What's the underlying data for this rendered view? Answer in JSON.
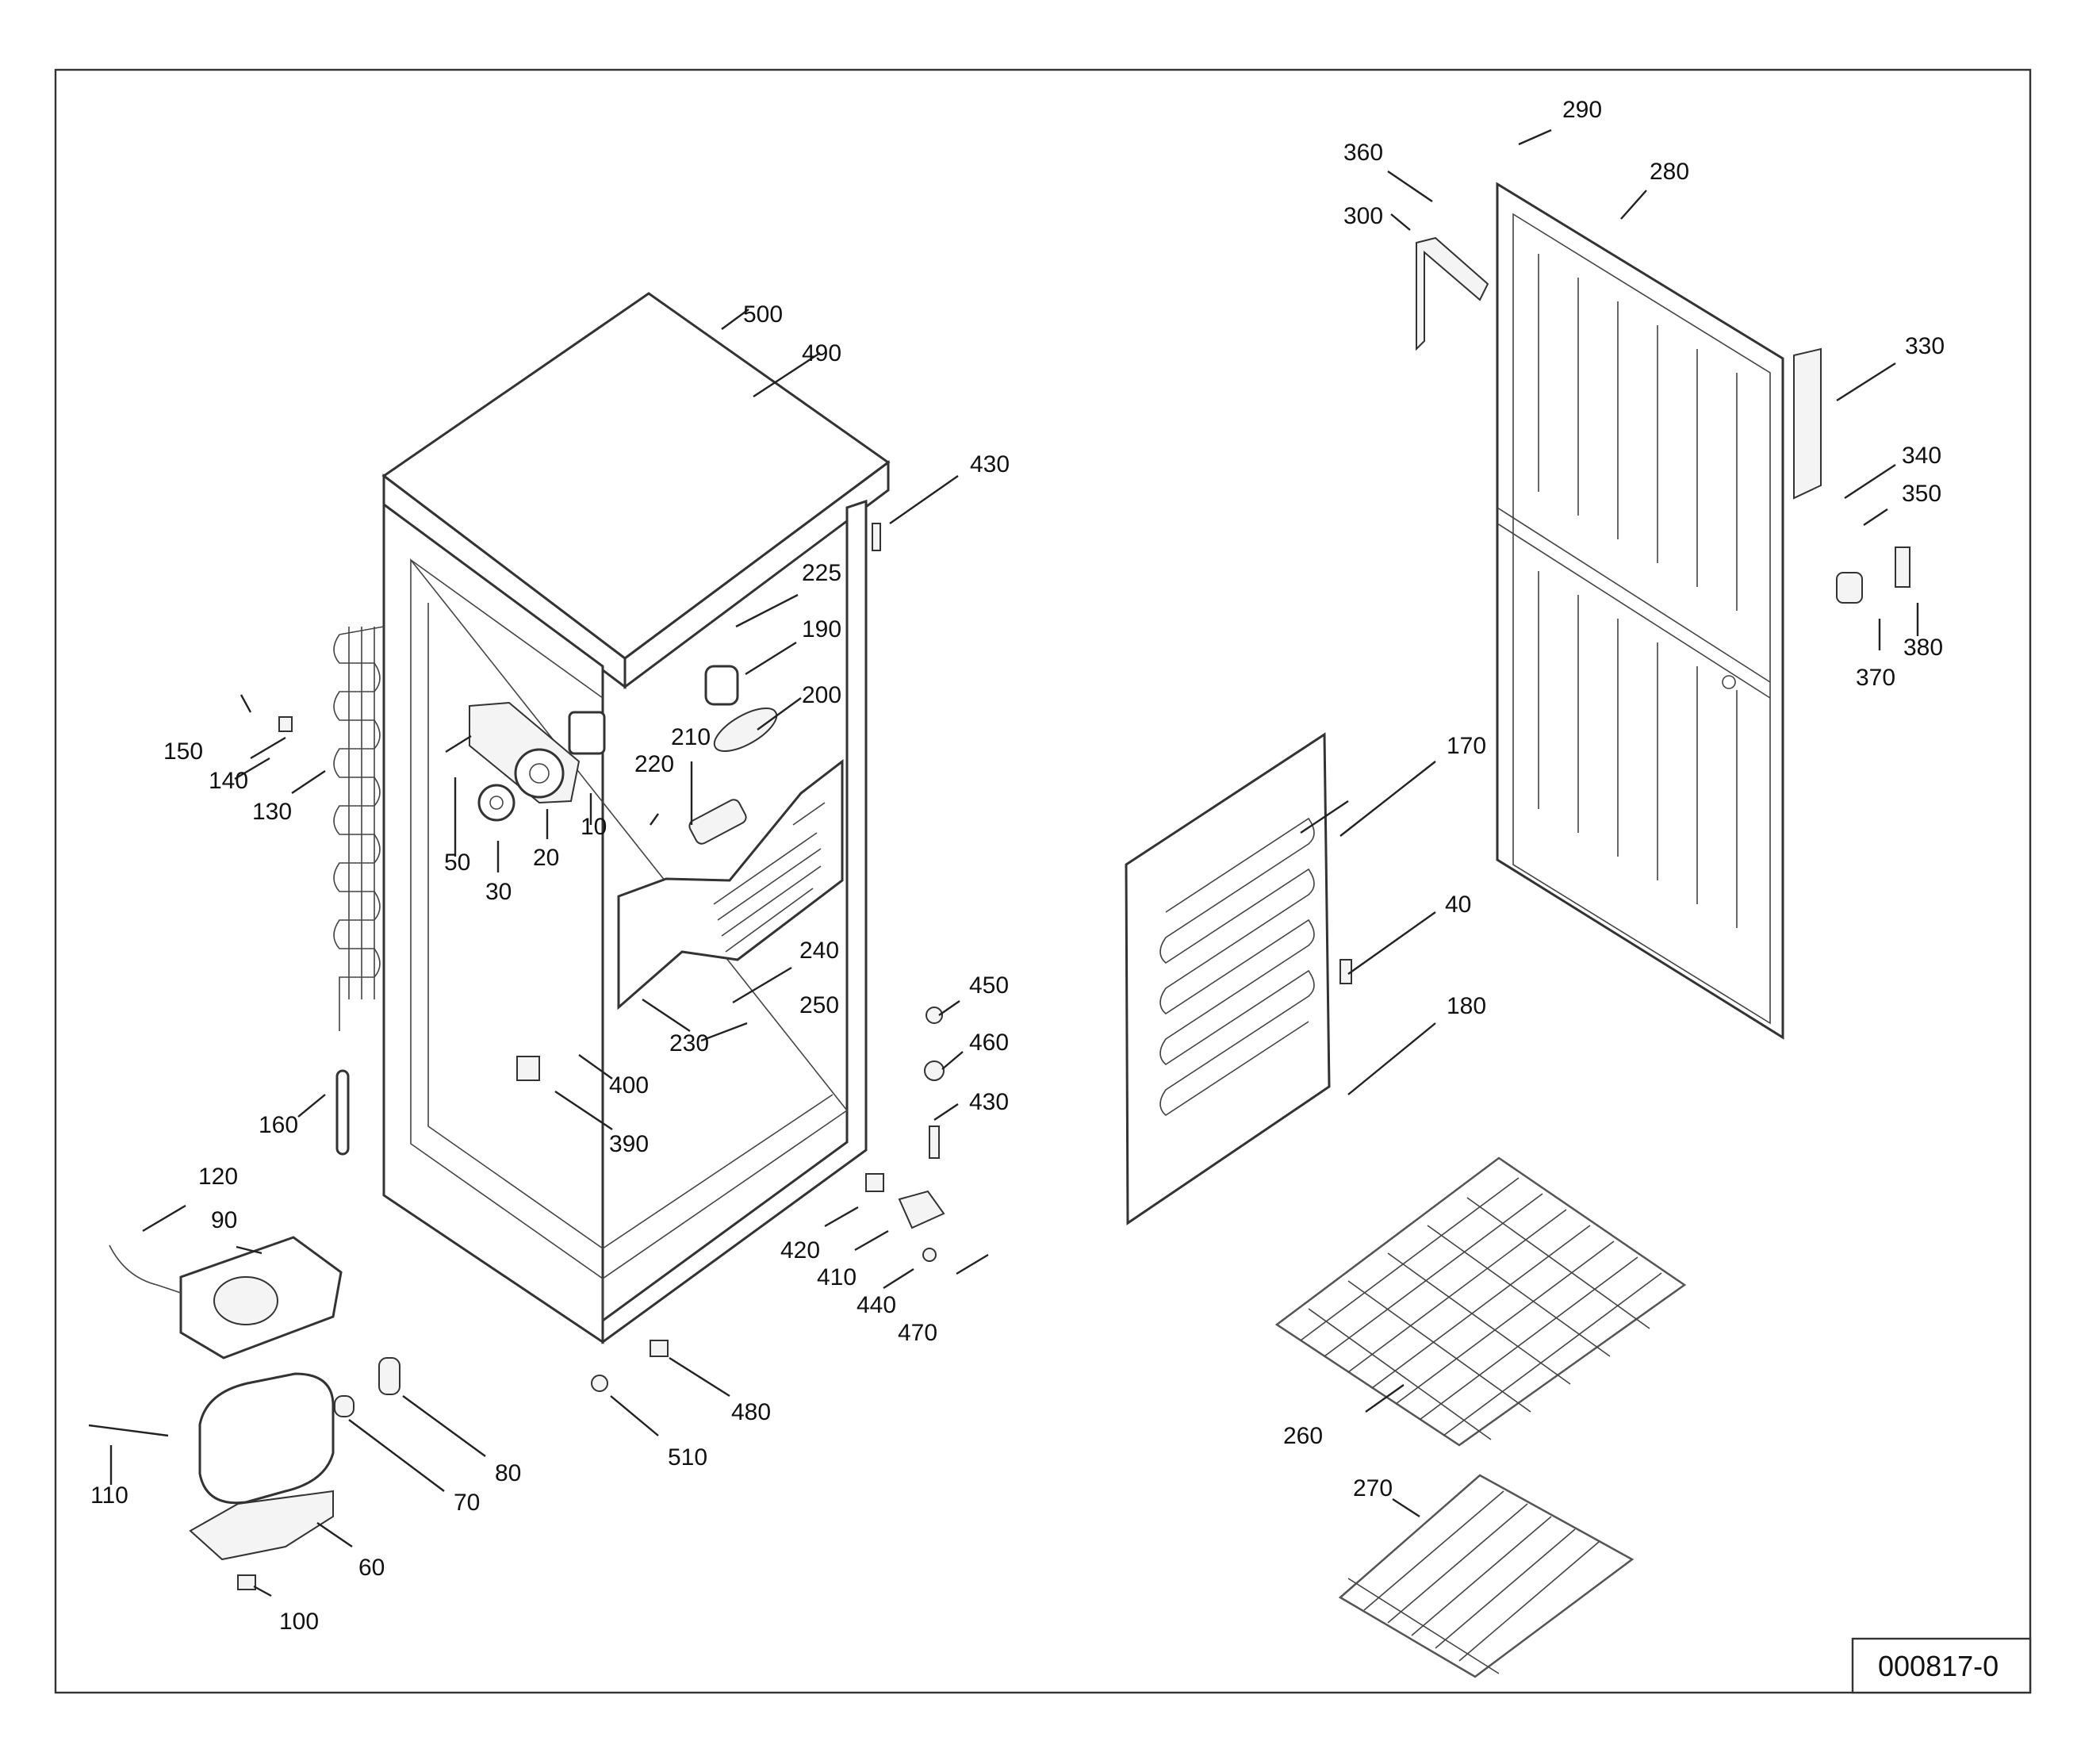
{
  "drawing_code": "000817-0",
  "parts": [
    {
      "id": "p10",
      "label": "10"
    },
    {
      "id": "p20",
      "label": "20"
    },
    {
      "id": "p30",
      "label": "30"
    },
    {
      "id": "p40",
      "label": "40"
    },
    {
      "id": "p50",
      "label": "50"
    },
    {
      "id": "p60",
      "label": "60"
    },
    {
      "id": "p70",
      "label": "70"
    },
    {
      "id": "p80",
      "label": "80"
    },
    {
      "id": "p90",
      "label": "90"
    },
    {
      "id": "p100",
      "label": "100"
    },
    {
      "id": "p110",
      "label": "110"
    },
    {
      "id": "p120",
      "label": "120"
    },
    {
      "id": "p130",
      "label": "130"
    },
    {
      "id": "p140",
      "label": "140"
    },
    {
      "id": "p150",
      "label": "150"
    },
    {
      "id": "p160",
      "label": "160"
    },
    {
      "id": "p170",
      "label": "170"
    },
    {
      "id": "p180",
      "label": "180"
    },
    {
      "id": "p190",
      "label": "190"
    },
    {
      "id": "p200",
      "label": "200"
    },
    {
      "id": "p210",
      "label": "210"
    },
    {
      "id": "p220",
      "label": "220"
    },
    {
      "id": "p225",
      "label": "225"
    },
    {
      "id": "p230",
      "label": "230"
    },
    {
      "id": "p240",
      "label": "240"
    },
    {
      "id": "p250",
      "label": "250"
    },
    {
      "id": "p260",
      "label": "260"
    },
    {
      "id": "p270",
      "label": "270"
    },
    {
      "id": "p280",
      "label": "280"
    },
    {
      "id": "p290",
      "label": "290"
    },
    {
      "id": "p300",
      "label": "300"
    },
    {
      "id": "p330",
      "label": "330"
    },
    {
      "id": "p340",
      "label": "340"
    },
    {
      "id": "p350",
      "label": "350"
    },
    {
      "id": "p360",
      "label": "360"
    },
    {
      "id": "p370",
      "label": "370"
    },
    {
      "id": "p380",
      "label": "380"
    },
    {
      "id": "p390",
      "label": "390"
    },
    {
      "id": "p400",
      "label": "400"
    },
    {
      "id": "p410",
      "label": "410"
    },
    {
      "id": "p420",
      "label": "420"
    },
    {
      "id": "p430a",
      "label": "430"
    },
    {
      "id": "p430b",
      "label": "430"
    },
    {
      "id": "p440",
      "label": "440"
    },
    {
      "id": "p450",
      "label": "450"
    },
    {
      "id": "p460",
      "label": "460"
    },
    {
      "id": "p470",
      "label": "470"
    },
    {
      "id": "p480",
      "label": "480"
    },
    {
      "id": "p490",
      "label": "490"
    },
    {
      "id": "p500",
      "label": "500"
    },
    {
      "id": "p510",
      "label": "510"
    }
  ]
}
